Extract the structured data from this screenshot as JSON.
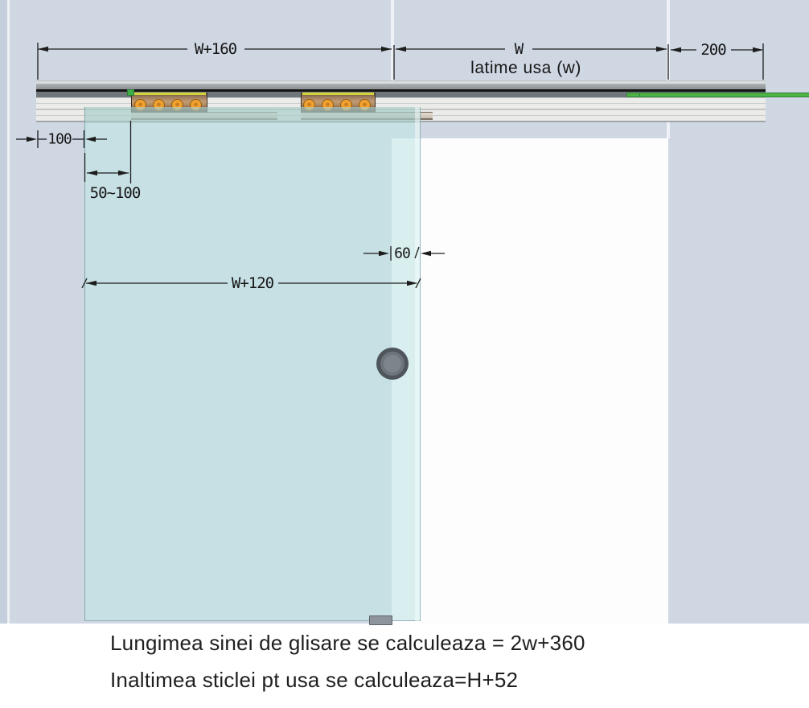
{
  "diagram": {
    "type": "sliding-glass-door-technical-drawing",
    "dimensions": {
      "rail_left_section": "W+160",
      "door_opening_width": "W",
      "door_opening_caption": "latime usa (w)",
      "rail_right_section": "200",
      "rail_end_to_door_edge": "100",
      "door_edge_to_carriage": "50~100",
      "door_overlap": "60",
      "door_panel_width": "W+120"
    },
    "formulas": {
      "line1": "Lungimea sinei de glisare se calculeaza = 2w+360",
      "line2": "Inaltimea sticlei pt usa se calculeaza=H+52"
    },
    "colors": {
      "wall": "#cfd7e3",
      "opening": "#fdfdfe",
      "glass": "#c7e0e4",
      "rail_body": "#ebecea",
      "rail_channel": "#70777d",
      "carriage_copper": "#b08a62",
      "bolt_orange": "#f2a232",
      "stopper_green": "#3fae49",
      "knob_gray": "#5a6268",
      "dimension_line": "#1c1c1c"
    },
    "components": [
      "top-rail",
      "roller-carriage-left",
      "roller-carriage-right",
      "glass-door-panel",
      "door-knob",
      "floor-guide",
      "wall-opening"
    ]
  }
}
